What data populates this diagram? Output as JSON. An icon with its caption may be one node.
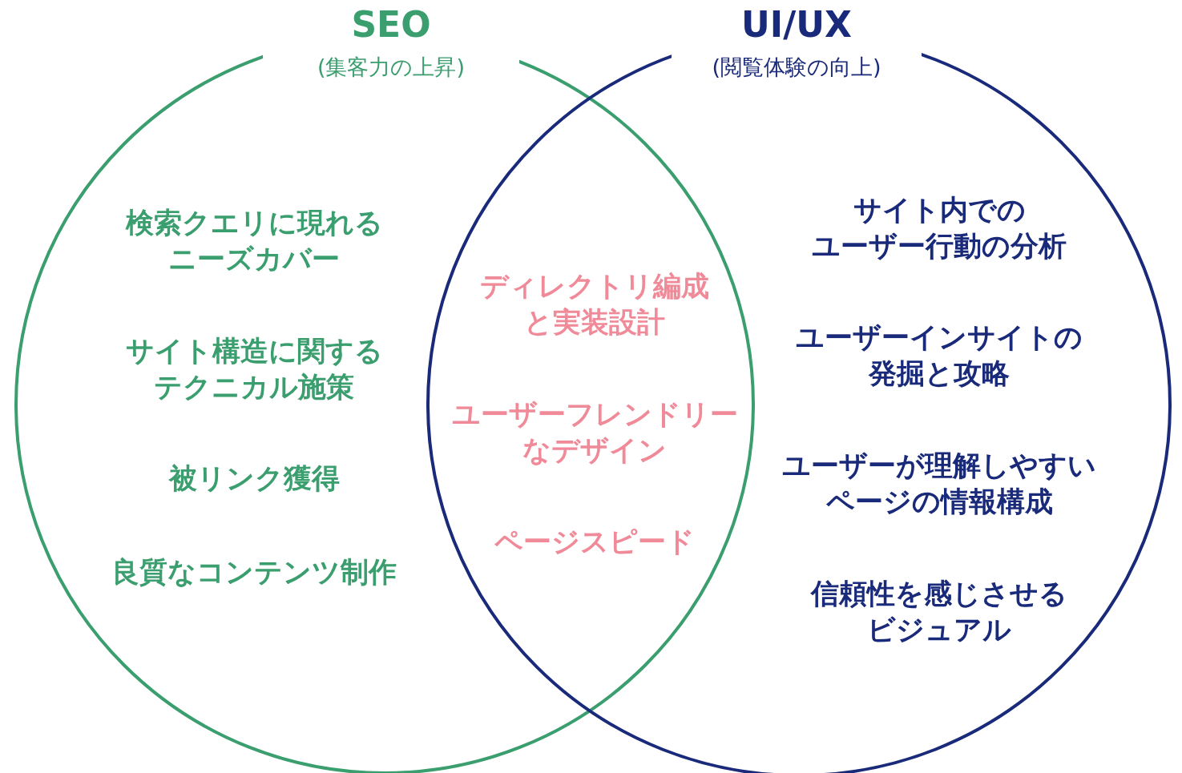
{
  "diagram": {
    "nodes": [
      {
        "text": [
          "SEO",
          "(集客力の上昇)"
        ]
      },
      {
        "text": [
          "UI/UX",
          "(閲覧体験の向上)"
        ]
      }
    ],
    "edges": [],
    "labels": [
      "検索クエリに現れるニーズカバー",
      "サイト構造に関するテクニカル施策",
      "被リンク獲得",
      "良質なコンテンツ制作",
      "ディレクトリ編成と実装設計",
      "ユーザーフレンドリーなデザイン",
      "ページスピード",
      "サイト内でのユーザー行動の分析",
      "ユーザーインサイトの発掘と攻略",
      "ユーザーが理解しやすいページの情報構成",
      "信頼性を感じさせるビジュアル"
    ]
  }
}
